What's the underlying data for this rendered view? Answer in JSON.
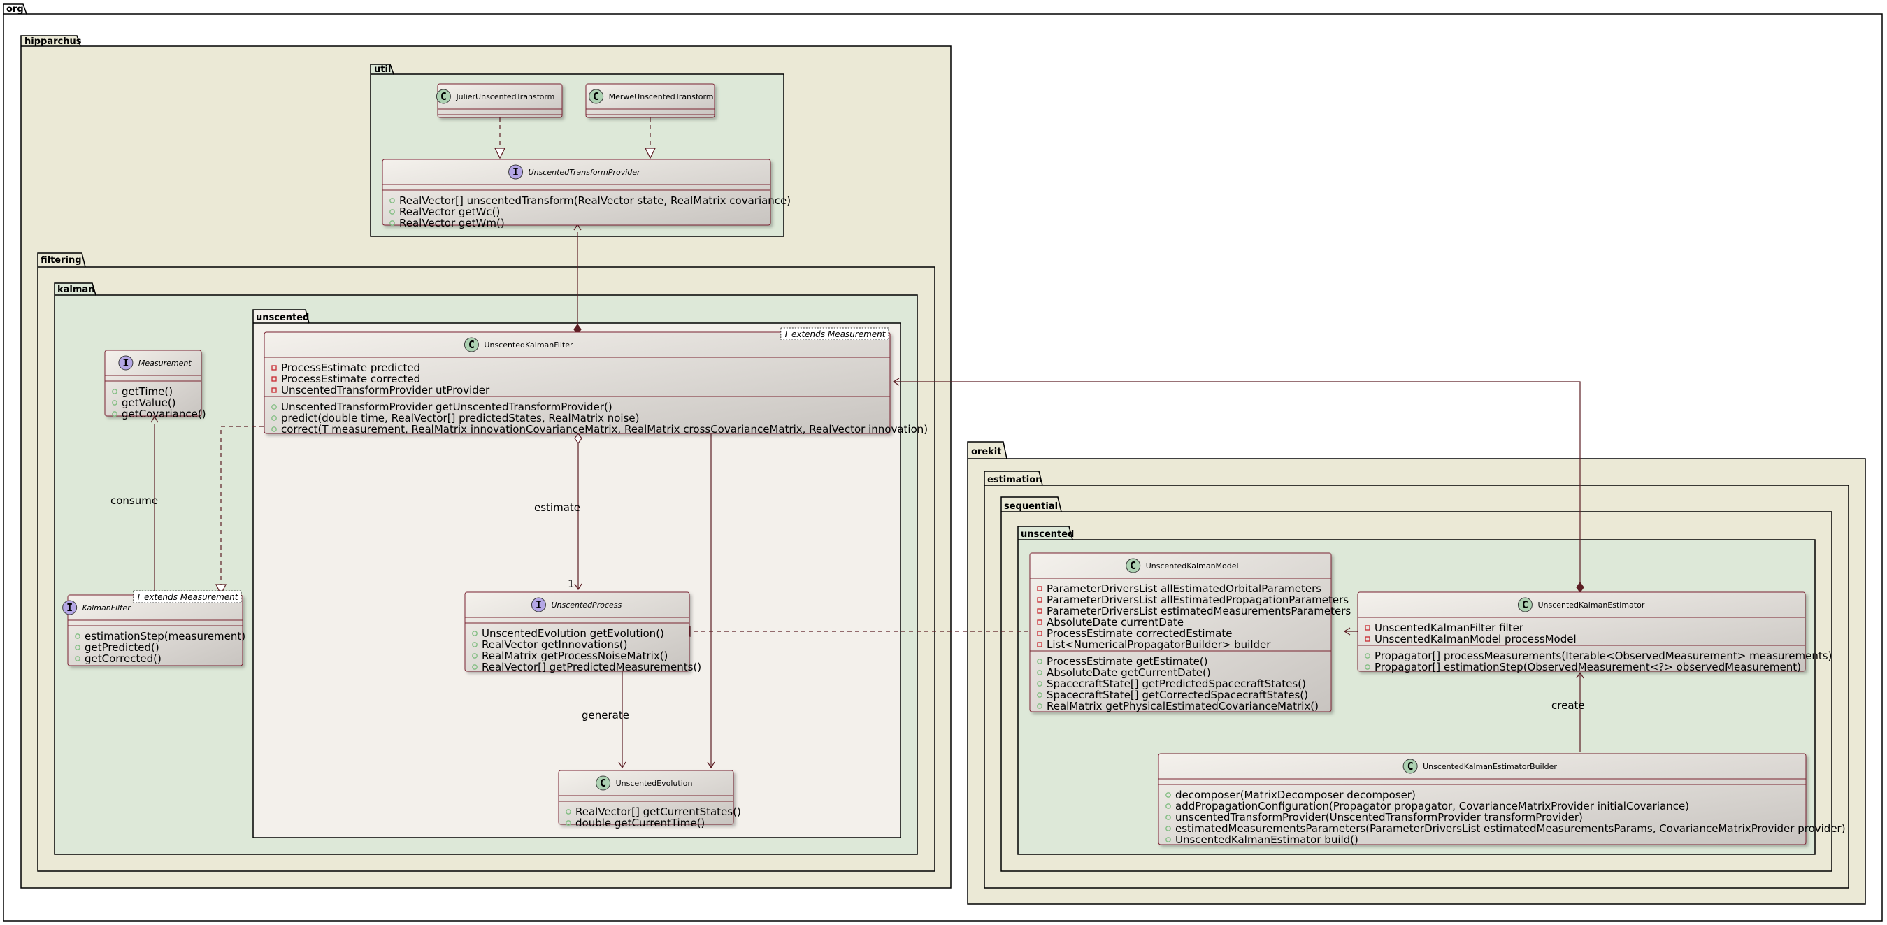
{
  "colors": {
    "pkg_outer": "#EBE9D6",
    "pkg_inner": "#DDE8D8",
    "pkg_unscented": "#F3F0EB",
    "class_border": "#7A2430",
    "arrow": "#5C1E24",
    "class_icon": "#ADD1B2",
    "interface_icon": "#B4A7E5",
    "vis_public": "#84BE84",
    "vis_private": "#C82930"
  },
  "packages": {
    "org": "org",
    "hipparchus": "hipparchus",
    "util": "util",
    "filtering": "filtering",
    "kalman": "kalman",
    "unscented_h": "unscented",
    "orekit": "orekit",
    "estimation": "estimation",
    "sequential": "sequential",
    "unscented_o": "unscented"
  },
  "classes": {
    "julier": {
      "kind": "C",
      "name": "JulierUnscentedTransform"
    },
    "merwe": {
      "kind": "C",
      "name": "MerweUnscentedTransform"
    },
    "utp": {
      "kind": "I",
      "name": "UnscentedTransformProvider",
      "methods": [
        {
          "vis": "+",
          "text": "RealVector[] unscentedTransform(RealVector state, RealMatrix covariance)"
        },
        {
          "vis": "+",
          "text": "RealVector getWc()"
        },
        {
          "vis": "+",
          "text": "RealVector getWm()"
        }
      ]
    },
    "measurement": {
      "kind": "I",
      "name": "Measurement",
      "methods": [
        {
          "vis": "+",
          "text": "getTime()"
        },
        {
          "vis": "+",
          "text": "getValue()"
        },
        {
          "vis": "+",
          "text": "getCovariance()"
        }
      ]
    },
    "kf": {
      "kind": "I",
      "name": "KalmanFilter",
      "generic": "T extends Measurement",
      "methods": [
        {
          "vis": "+",
          "text": "estimationStep(measurement)"
        },
        {
          "vis": "+",
          "text": "getPredicted()"
        },
        {
          "vis": "+",
          "text": "getCorrected()"
        }
      ]
    },
    "ukf": {
      "kind": "C",
      "name": "UnscentedKalmanFilter",
      "generic": "T extends Measurement",
      "fields": [
        {
          "vis": "-",
          "text": "ProcessEstimate predicted"
        },
        {
          "vis": "-",
          "text": "ProcessEstimate corrected"
        },
        {
          "vis": "-",
          "text": "UnscentedTransformProvider utProvider"
        }
      ],
      "methods": [
        {
          "vis": "+",
          "text": "UnscentedTransformProvider getUnscentedTransformProvider()"
        },
        {
          "vis": "+",
          "text": "predict(double time, RealVector[] predictedStates, RealMatrix noise)"
        },
        {
          "vis": "+",
          "text": "correct(T measurement, RealMatrix innovationCovarianceMatrix, RealMatrix crossCovarianceMatrix, RealVector innovation)"
        }
      ]
    },
    "uproc": {
      "kind": "I",
      "name": "UnscentedProcess",
      "methods": [
        {
          "vis": "+",
          "text": "UnscentedEvolution getEvolution()"
        },
        {
          "vis": "+",
          "text": "RealVector getInnovations()"
        },
        {
          "vis": "+",
          "text": "RealMatrix getProcessNoiseMatrix()"
        },
        {
          "vis": "+",
          "text": "RealVector[] getPredictedMeasurements()"
        }
      ]
    },
    "uevo": {
      "kind": "C",
      "name": "UnscentedEvolution",
      "methods": [
        {
          "vis": "+",
          "text": "RealVector[] getCurrentStates()"
        },
        {
          "vis": "+",
          "text": "double getCurrentTime()"
        }
      ]
    },
    "ukm": {
      "kind": "C",
      "name": "UnscentedKalmanModel",
      "fields": [
        {
          "vis": "-",
          "text": "ParameterDriversList allEstimatedOrbitalParameters"
        },
        {
          "vis": "-",
          "text": "ParameterDriversList allEstimatedPropagationParameters"
        },
        {
          "vis": "-",
          "text": "ParameterDriversList estimatedMeasurementsParameters"
        },
        {
          "vis": "-",
          "text": "AbsoluteDate currentDate"
        },
        {
          "vis": "-",
          "text": "ProcessEstimate correctedEstimate"
        },
        {
          "vis": "-",
          "text": "List<NumericalPropagatorBuilder> builder"
        }
      ],
      "methods": [
        {
          "vis": "+",
          "text": "ProcessEstimate getEstimate()"
        },
        {
          "vis": "+",
          "text": "AbsoluteDate getCurrentDate()"
        },
        {
          "vis": "+",
          "text": "SpacecraftState[] getPredictedSpacecraftStates()"
        },
        {
          "vis": "+",
          "text": "SpacecraftState[] getCorrectedSpacecraftStates()"
        },
        {
          "vis": "+",
          "text": "RealMatrix getPhysicalEstimatedCovarianceMatrix()"
        }
      ]
    },
    "uke": {
      "kind": "C",
      "name": "UnscentedKalmanEstimator",
      "fields": [
        {
          "vis": "-",
          "text": "UnscentedKalmanFilter filter"
        },
        {
          "vis": "-",
          "text": "UnscentedKalmanModel processModel"
        }
      ],
      "methods": [
        {
          "vis": "+",
          "text": "Propagator[] processMeasurements(Iterable<ObservedMeasurement> measurements)"
        },
        {
          "vis": "+",
          "text": "Propagator[] estimationStep(ObservedMeasurement<?> observedMeasurement)"
        }
      ]
    },
    "ukeb": {
      "kind": "C",
      "name": "UnscentedKalmanEstimatorBuilder",
      "methods": [
        {
          "vis": "+",
          "text": "decomposer(MatrixDecomposer decomposer)"
        },
        {
          "vis": "+",
          "text": "addPropagationConfiguration(Propagator propagator, CovarianceMatrixProvider initialCovariance)"
        },
        {
          "vis": "+",
          "text": "unscentedTransformProvider(UnscentedTransformProvider transformProvider)"
        },
        {
          "vis": "+",
          "text": "estimatedMeasurementsParameters(ParameterDriversList estimatedMeasurementsParams, CovarianceMatrixProvider provider)"
        },
        {
          "vis": "+",
          "text": "UnscentedKalmanEstimator build()"
        }
      ]
    }
  },
  "labels": {
    "consume": "consume",
    "estimate": "estimate",
    "multiplicity": "1",
    "generate": "generate",
    "create": "create"
  }
}
